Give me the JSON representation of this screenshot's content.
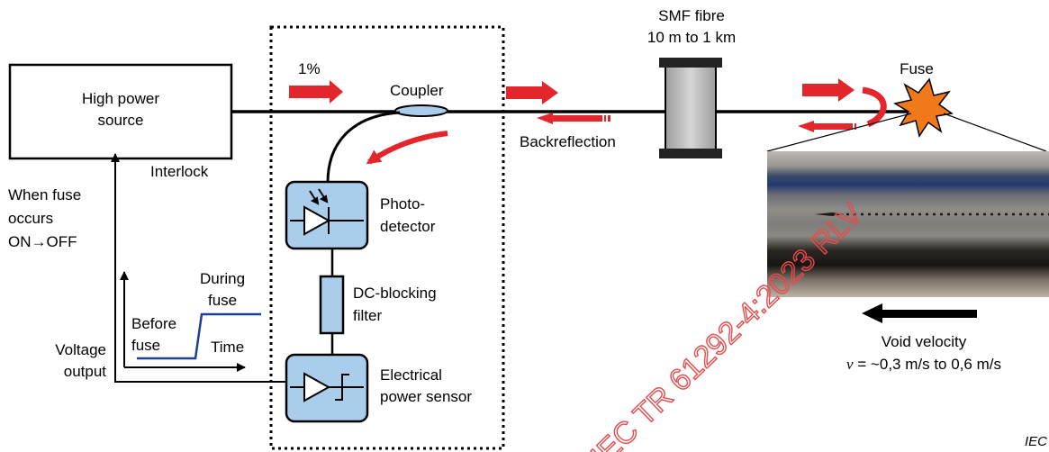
{
  "labels": {
    "source_line1": "High power",
    "source_line2": "source",
    "interlock": "Interlock",
    "fuse_note_line1": "When fuse",
    "fuse_note_line2": "occurs",
    "fuse_note_line3": "ON→OFF",
    "percent": "1%",
    "coupler": "Coupler",
    "photo_line1": "Photo-",
    "photo_line2": "detector",
    "dc_line1": "DC-blocking",
    "dc_line2": "filter",
    "during_line1": "During",
    "during_line2": "fuse",
    "before_line1": "Before",
    "before_line2": "fuse",
    "time": "Time",
    "voltage_line1": "Voltage",
    "voltage_line2": "output",
    "sensor_line1": "Electrical",
    "sensor_line2": "power sensor",
    "smf_line1": "SMF fibre",
    "smf_line2": "10 m to 1 km",
    "backreflection": "Backreflection",
    "fuse": "Fuse",
    "void_line1": "Void velocity",
    "void_var": "v",
    "void_rest": " = ~0,3 m/s to 0,6 m/s",
    "iec": "IEC"
  },
  "watermark": "IEC TR 61292-4:2023 RLV",
  "colors": {
    "arrow_red": "#e3262b",
    "component_blue": "#a9cdea",
    "signal_blue": "#1f3f8f",
    "fuse_orange": "#f07a1a",
    "watermark": "#e74b4b"
  }
}
